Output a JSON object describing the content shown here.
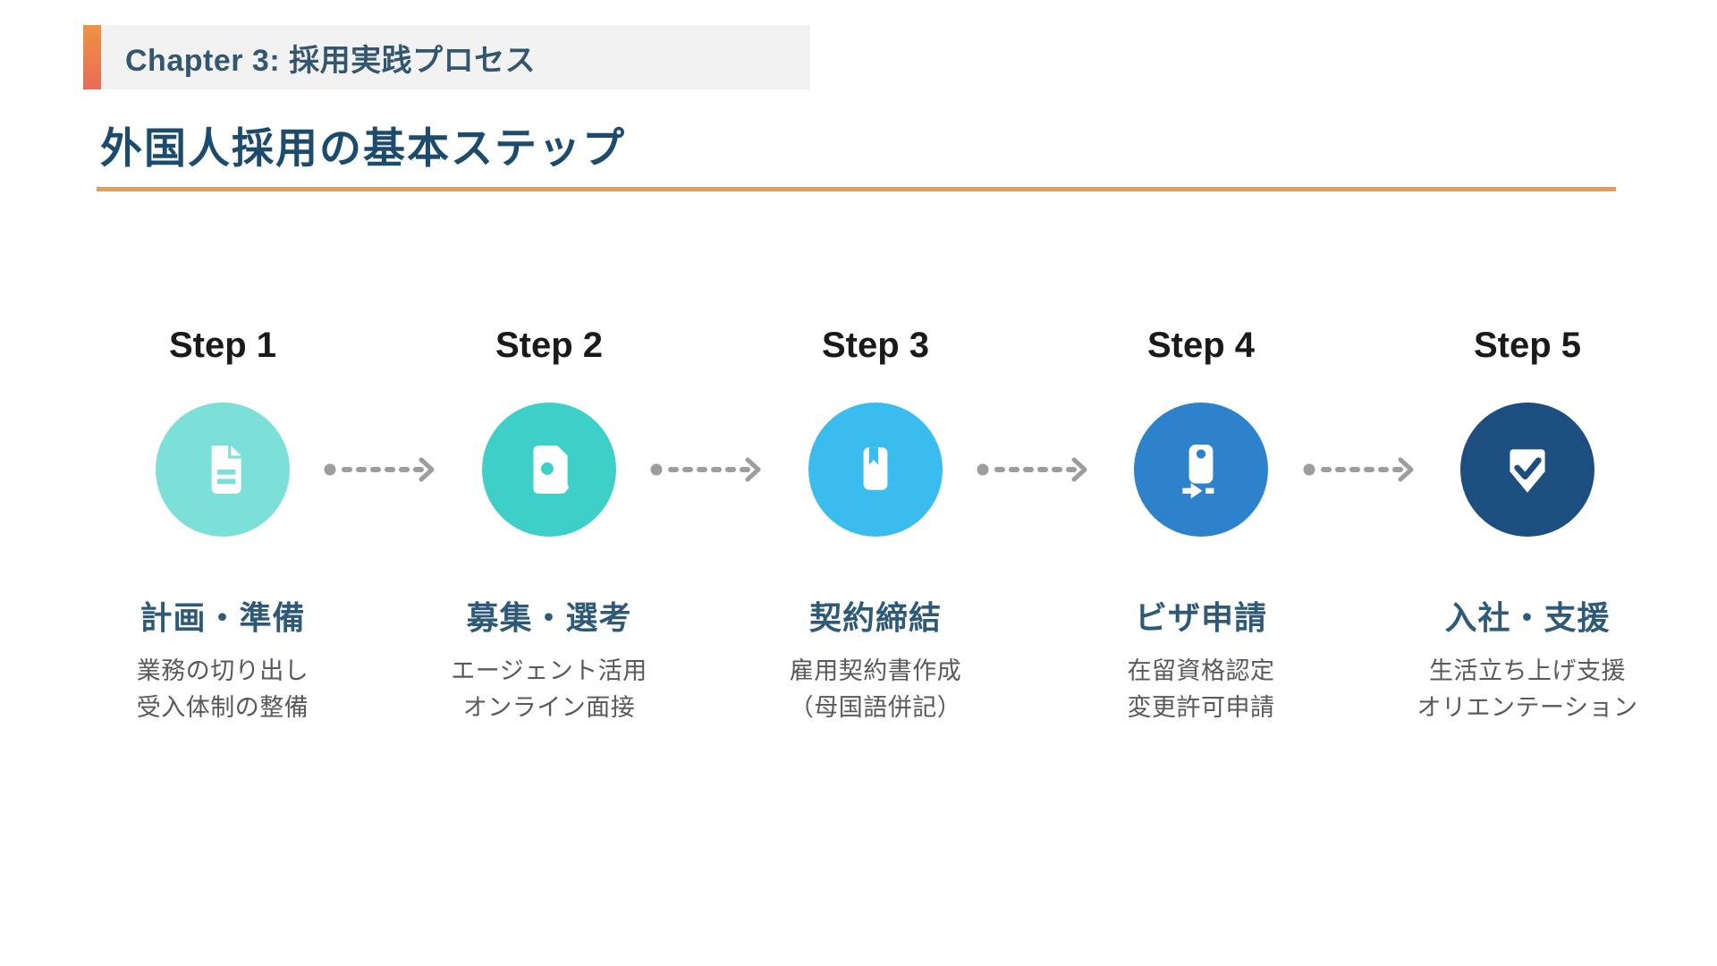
{
  "header": {
    "chapter_label": "Chapter 3: 採用実践プロセス"
  },
  "title": "外国人採用の基本ステップ",
  "colors": {
    "accent_orange": "#E8995E",
    "accent_bar_top": "#F09242",
    "accent_bar_bottom": "#EA6B58",
    "header_bg": "#F2F2F2",
    "chapter_text": "#33576F",
    "title_text": "#1C4B6E",
    "step_number_text": "#1A1A1A",
    "step_title_text": "#2E5A78",
    "desc_text": "#595959",
    "connector_gray": "#9D9D9D"
  },
  "steps": [
    {
      "label": "Step 1",
      "icon": "document-icon",
      "circle_color": "#7CE0D8",
      "title": "計画・準備",
      "desc_line1": "業務の切り出し",
      "desc_line2": "受入体制の整備"
    },
    {
      "label": "Step 2",
      "icon": "document-search-icon",
      "circle_color": "#3ED0C8",
      "title": "募集・選考",
      "desc_line1": "エージェント活用",
      "desc_line2": "オンライン面接"
    },
    {
      "label": "Step 3",
      "icon": "book-bookmark-icon",
      "circle_color": "#3BBCEE",
      "title": "契約締結",
      "desc_line1": "雇用契約書作成",
      "desc_line2": "（母国語併記）"
    },
    {
      "label": "Step 4",
      "icon": "id-card-submit-icon",
      "circle_color": "#2E82CB",
      "title": "ビザ申請",
      "desc_line1": "在留資格認定",
      "desc_line2": "変更許可申請"
    },
    {
      "label": "Step 5",
      "icon": "shield-check-icon",
      "circle_color": "#1C4E80",
      "title": "入社・支援",
      "desc_line1": "生活立ち上げ支援",
      "desc_line2": "オリエンテーション"
    }
  ]
}
